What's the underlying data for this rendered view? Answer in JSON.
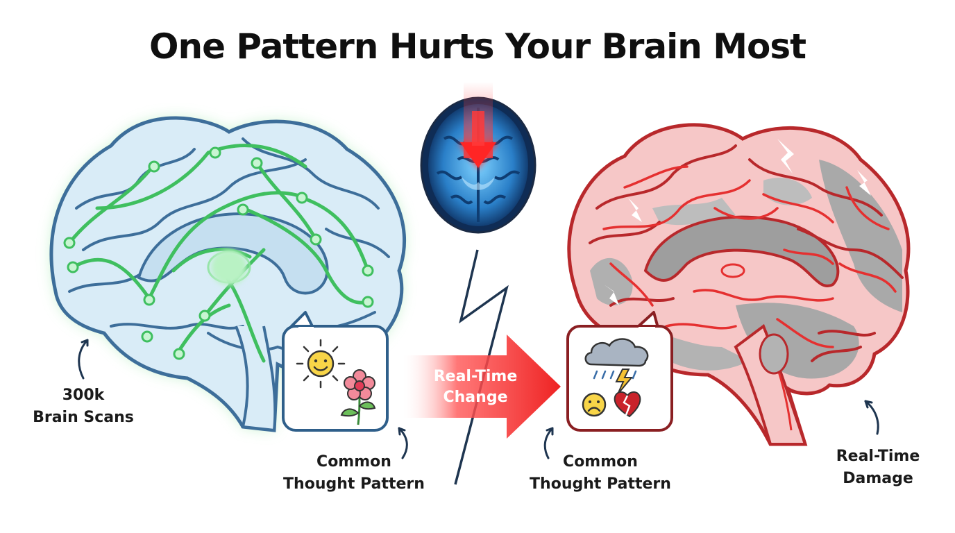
{
  "title": "One Pattern Hurts Your Brain Most",
  "labels": {
    "scans_line1": "300k",
    "scans_line2": "Brain Scans",
    "common_left_line1": "Common",
    "common_left_line2": "Thought Pattern",
    "common_right_line1": "Common",
    "common_right_line2": "Thought Pattern",
    "damage_line1": "Real-Time",
    "damage_line2": "Damage"
  },
  "center_arrow": {
    "line1": "Real-Time",
    "line2": "Change"
  },
  "colors": {
    "healthy_green": "#3fbf5f",
    "healthy_fill": "#d9ecf7",
    "healthy_outline": "#3d6e9a",
    "damaged_red": "#e53030",
    "damaged_fill": "#f6c7c7",
    "damaged_gray": "#a9a9a9",
    "arrow_red": "#ee2a2a",
    "scan_blue": "#4aa8e8"
  },
  "icons": {
    "left_bubble": [
      "sun-smile-icon",
      "flower-icon"
    ],
    "right_bubble": [
      "storm-cloud-icon",
      "sad-face-icon",
      "broken-heart-icon"
    ]
  }
}
